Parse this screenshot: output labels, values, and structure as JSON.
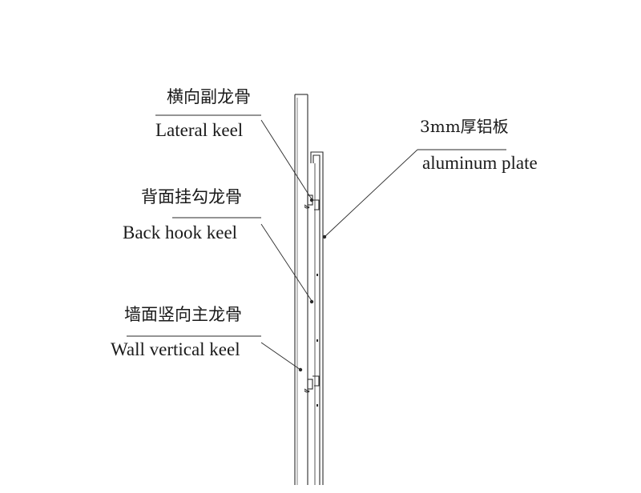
{
  "labels": {
    "lateral_zh": "横向副龙骨",
    "lateral_en": "Lateral keel",
    "back_hook_zh": "背面挂勾龙骨",
    "back_hook_en": "Back hook keel",
    "wall_vertical_zh": "墙面竖向主龙骨",
    "wall_vertical_en": "Wall vertical keel",
    "plate_zh": "3mm厚铝板",
    "plate_en": "aluminum plate"
  },
  "colors": {
    "line": "#2a2a2a",
    "text": "#1a1a1a"
  }
}
